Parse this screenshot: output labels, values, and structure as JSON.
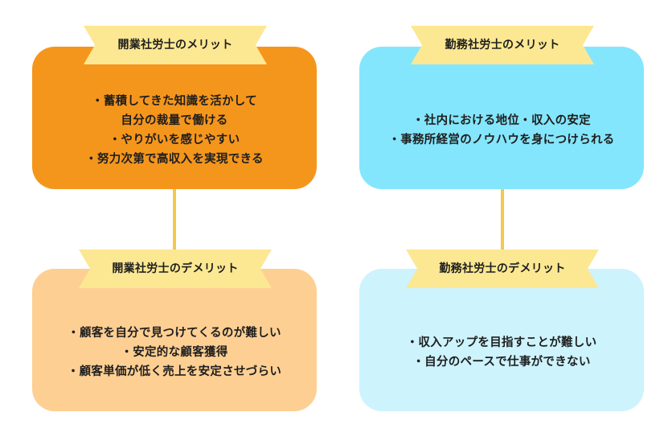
{
  "colors": {
    "ribbon": "#fce892",
    "connector": "#f4c84a",
    "kaigyo_merit_bg": "#f5961c",
    "kaigyo_demerit_bg": "#fecf93",
    "kinmu_merit_bg": "#84e6fc",
    "kinmu_demerit_bg": "#cdf3fd"
  },
  "panels": {
    "kaigyo_merit": {
      "title": "開業社労士のメリット",
      "lines": [
        "・蓄積してきた知識を活かして",
        "自分の裁量で働ける",
        "・やりがいを感じやすい",
        "・努力次第で高収入を実現できる"
      ]
    },
    "kaigyo_demerit": {
      "title": "開業社労士のデメリット",
      "lines": [
        "・顧客を自分で見つけてくるのが難しい",
        "・安定的な顧客獲得",
        "・顧客単価が低く売上を安定させづらい"
      ]
    },
    "kinmu_merit": {
      "title": "勤務社労士のメリット",
      "lines": [
        "・社内における地位・収入の安定",
        "・事務所経営のノウハウを身につけられる"
      ]
    },
    "kinmu_demerit": {
      "title": "勤務社労士のデメリット",
      "lines": [
        "・収入アップを目指すことが難しい",
        "・自分のペースで仕事ができない"
      ]
    }
  }
}
